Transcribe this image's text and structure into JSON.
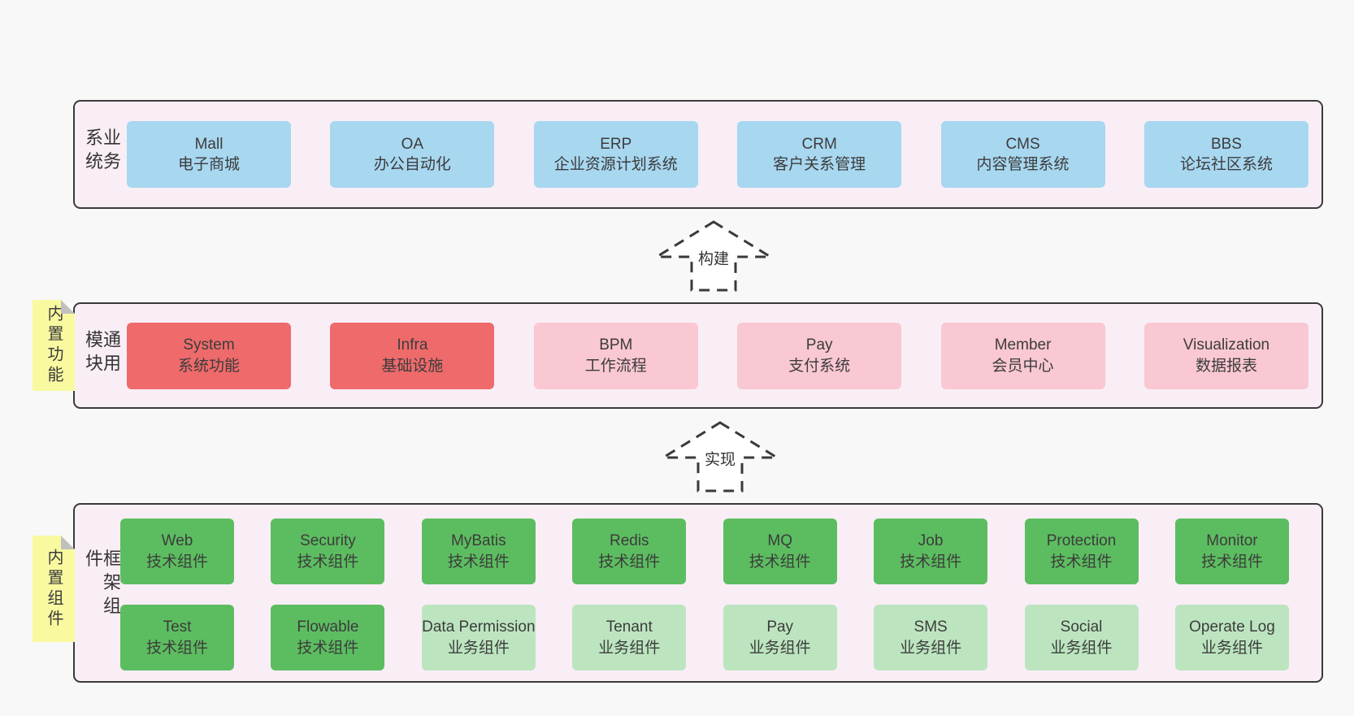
{
  "colors": {
    "page_bg": "#f8f8f8",
    "band_fill": "#f9eef6",
    "band_border": "#3a3a3a",
    "blue_box": "#a8d7f0",
    "red_box": "#ef6a6b",
    "pink_box": "#f9c8d2",
    "green_box": "#5cbd60",
    "light_green_box": "#bce5bf",
    "sticky_yellow": "#f9f9a0"
  },
  "arrows": [
    {
      "label": "构建"
    },
    {
      "label": "实现"
    }
  ],
  "bands": [
    {
      "label": "业务系统",
      "boxes": [
        {
          "name": "Mall",
          "desc": "电子商城"
        },
        {
          "name": "OA",
          "desc": "办公自动化"
        },
        {
          "name": "ERP",
          "desc": "企业资源计划系统"
        },
        {
          "name": "CRM",
          "desc": "客户关系管理"
        },
        {
          "name": "CMS",
          "desc": "内容管理系统"
        },
        {
          "name": "BBS",
          "desc": "论坛社区系统"
        }
      ]
    },
    {
      "label": "通用模块",
      "sticky": "内置功能",
      "boxes": [
        {
          "name": "System",
          "desc": "系统功能"
        },
        {
          "name": "Infra",
          "desc": "基础设施"
        },
        {
          "name": "BPM",
          "desc": "工作流程"
        },
        {
          "name": "Pay",
          "desc": "支付系统"
        },
        {
          "name": "Member",
          "desc": "会员中心"
        },
        {
          "name": "Visualization",
          "desc": "数据报表"
        }
      ]
    },
    {
      "label": "框架组件",
      "sticky": "内置组件",
      "rows": [
        [
          {
            "name": "Web",
            "desc": "技术组件"
          },
          {
            "name": "Security",
            "desc": "技术组件"
          },
          {
            "name": "MyBatis",
            "desc": "技术组件"
          },
          {
            "name": "Redis",
            "desc": "技术组件"
          },
          {
            "name": "MQ",
            "desc": "技术组件"
          },
          {
            "name": "Job",
            "desc": "技术组件"
          },
          {
            "name": "Protection",
            "desc": "技术组件"
          },
          {
            "name": "Monitor",
            "desc": "技术组件"
          }
        ],
        [
          {
            "name": "Test",
            "desc": "技术组件"
          },
          {
            "name": "Flowable",
            "desc": "技术组件"
          },
          {
            "name": "Data Permission",
            "desc": "业务组件"
          },
          {
            "name": "Tenant",
            "desc": "业务组件"
          },
          {
            "name": "Pay",
            "desc": "业务组件"
          },
          {
            "name": "SMS",
            "desc": "业务组件"
          },
          {
            "name": "Social",
            "desc": "业务组件"
          },
          {
            "name": "Operate Log",
            "desc": "业务组件"
          }
        ]
      ]
    }
  ]
}
